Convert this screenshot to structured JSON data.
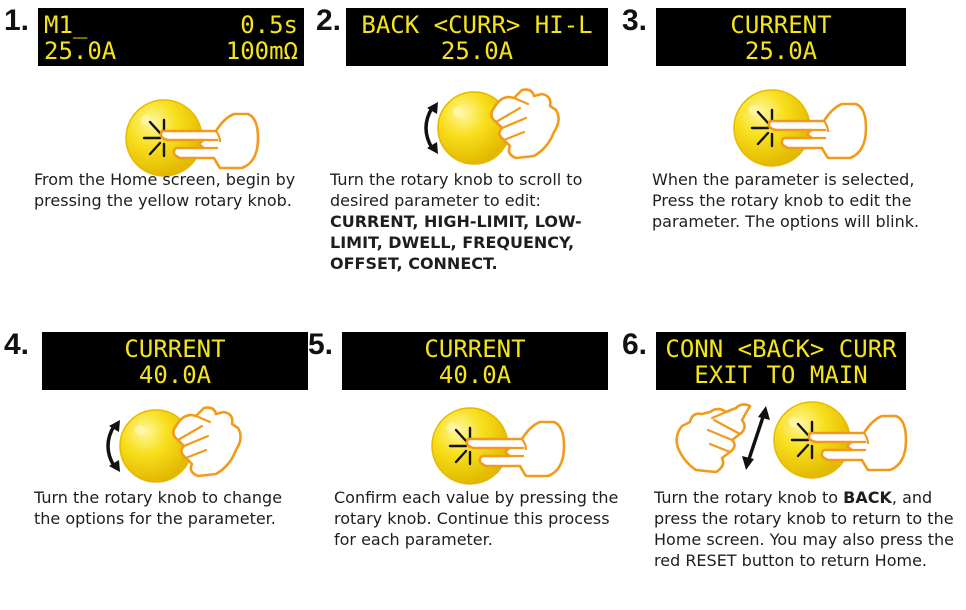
{
  "steps": [
    {
      "number": "1.",
      "lcd": {
        "line1_left": "M1_",
        "line1_right": "0.5s",
        "line2_left": "25.0A",
        "line2_right": "100mΩ"
      },
      "caption": "From the Home screen, begin by pressing the yellow rotary knob."
    },
    {
      "number": "2.",
      "lcd": {
        "line1": "BACK <CURR> HI-L",
        "line2": "25.0A"
      },
      "caption": "Turn the rotary knob to scroll to desired parameter to edit:",
      "caption_bold": "CURRENT, HIGH-LIMIT, LOW-LIMIT, DWELL, FREQUENCY, OFFSET, CONNECT."
    },
    {
      "number": "3.",
      "lcd": {
        "line1": "CURRENT",
        "line2": "25.0A"
      },
      "caption": "When the parameter is selected, Press the rotary knob to edit the parameter. The options will blink."
    },
    {
      "number": "4.",
      "lcd": {
        "line1": "CURRENT",
        "line2": "40.0A"
      },
      "caption": "Turn the rotary knob to change the options for the parameter."
    },
    {
      "number": "5.",
      "lcd": {
        "line1": "CURRENT",
        "line2": "40.0A"
      },
      "caption": "Confirm each value by pressing the rotary knob. Continue this process for each parameter."
    },
    {
      "number": "6.",
      "lcd": {
        "line1": "CONN <BACK> CURR",
        "line2": "EXIT TO MAIN"
      },
      "caption_pre": "Turn the rotary knob to ",
      "caption_bold": "BACK",
      "caption_post": ", and press the rotary knob to return to the Home screen. You may also press the red RESET button to return Home."
    }
  ],
  "colors": {
    "lcd_background": "#000000",
    "lcd_text": "#f4e51a",
    "knob_yellow": "#f5d90f",
    "hand_orange": "#f29a1c"
  },
  "icons": [
    "rotary-knob-icon",
    "pressing-hand-icon",
    "turning-hand-icon",
    "rotation-arrow-icon",
    "press-burst-icon"
  ]
}
